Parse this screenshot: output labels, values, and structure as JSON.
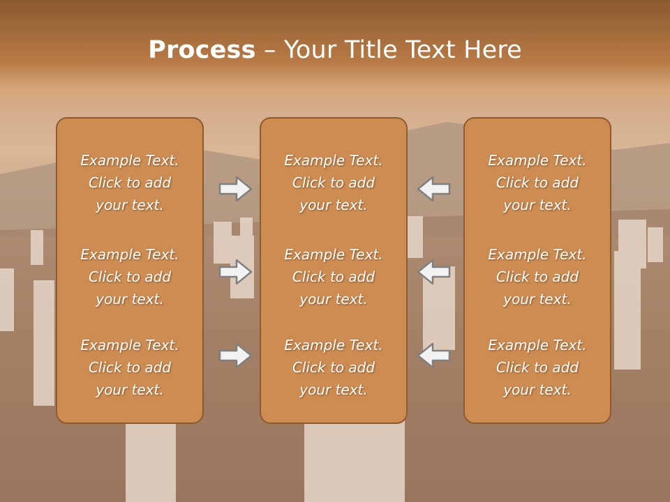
{
  "slide": {
    "title_bold": "Process",
    "title_rest": " – Your Title Text Here"
  },
  "panels": [
    {
      "items": [
        {
          "line1": "Example Text.",
          "line2": "Click  to add",
          "line3": "your text."
        },
        {
          "line1": "Example Text.",
          "line2": "Click  to add",
          "line3": "your text."
        },
        {
          "line1": "Example Text.",
          "line2": "Click  to add",
          "line3": "your text."
        }
      ]
    },
    {
      "items": [
        {
          "line1": "Example Text.",
          "line2": "Click  to add",
          "line3": "your text."
        },
        {
          "line1": "Example Text.",
          "line2": "Click  to add",
          "line3": "your text."
        },
        {
          "line1": "Example Text.",
          "line2": "Click  to add",
          "line3": "your text."
        }
      ]
    },
    {
      "items": [
        {
          "line1": "Example Text.",
          "line2": "Click  to add",
          "line3": "your text."
        },
        {
          "line1": "Example Text.",
          "line2": "Click  to add",
          "line3": "your text."
        },
        {
          "line1": "Example Text.",
          "line2": "Click  to add",
          "line3": "your text."
        }
      ]
    }
  ],
  "arrows": {
    "left_column": "arrow-right-icon",
    "right_column": "arrow-left-icon"
  },
  "colors": {
    "header": "#b87a45",
    "panel_fill": "#cd8c52",
    "panel_border": "#8e5a2c",
    "arrow_fill": "#f2f2f2",
    "arrow_stroke": "#7f7f7f"
  }
}
